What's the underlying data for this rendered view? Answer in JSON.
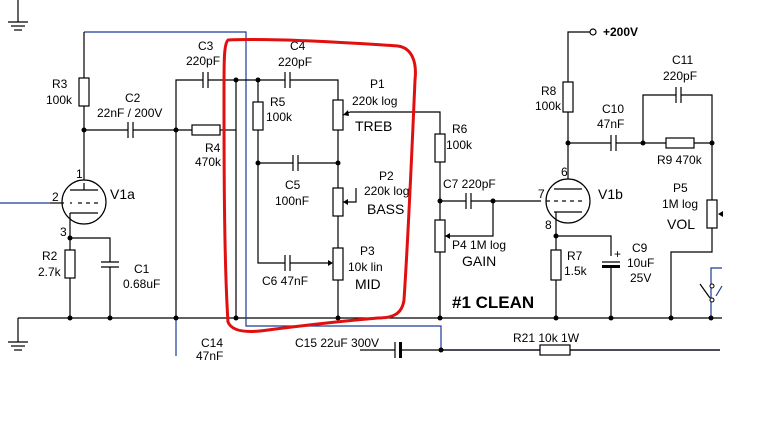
{
  "supply": {
    "label": "+200V"
  },
  "section_title": "#1 CLEAN",
  "tubes": {
    "v1a": "V1a",
    "v1b": "V1b"
  },
  "pins": {
    "p1": "1",
    "p2": "2",
    "p3": "3",
    "p6": "6",
    "p7": "7",
    "p8": "8"
  },
  "components": {
    "r3": {
      "name": "R3",
      "value": "100k"
    },
    "c2": {
      "name": "C2",
      "value": "22nF / 200V"
    },
    "c3": {
      "name": "C3",
      "value": "220pF"
    },
    "r4": {
      "name": "R4",
      "value": "470k"
    },
    "r2": {
      "name": "R2",
      "value": "2.7k"
    },
    "c1": {
      "name": "C1",
      "value": "0.68uF"
    },
    "c4": {
      "name": "C4",
      "value": "220pF"
    },
    "r5": {
      "name": "R5",
      "value": "100k"
    },
    "c5": {
      "name": "C5",
      "value": "100nF"
    },
    "c6": {
      "name": "C6 47nF"
    },
    "p1": {
      "name": "P1",
      "value": "220k log",
      "function": "TREB"
    },
    "p2": {
      "name": "P2",
      "value": "220k log",
      "function": "BASS"
    },
    "p3": {
      "name": "P3",
      "value": "10k lin",
      "function": "MID"
    },
    "r6": {
      "name": "R6",
      "value": "100k"
    },
    "c7": {
      "name": "C7 220pF"
    },
    "p4": {
      "name": "P4 1M log",
      "function": "GAIN"
    },
    "r8": {
      "name": "R8",
      "value": "100k"
    },
    "c10": {
      "name": "C10",
      "value": "47nF"
    },
    "c11": {
      "name": "C11",
      "value": "220pF"
    },
    "r9": {
      "name": "R9 470k"
    },
    "p5": {
      "name": "P5",
      "value": "1M log",
      "function": "VOL"
    },
    "r7": {
      "name": "R7",
      "value": "1.5k"
    },
    "c9": {
      "name": "C9",
      "value": "10uF",
      "rating": "25V"
    },
    "c14": {
      "name": "C14",
      "value": "47nF"
    },
    "c15": {
      "name": "C15 22uF 300V"
    },
    "r21": {
      "name": "R21 10k 1W"
    }
  },
  "colors": {
    "wire": "#000000",
    "blue_wire": "#1a3a9a",
    "highlight": "#e01010"
  }
}
